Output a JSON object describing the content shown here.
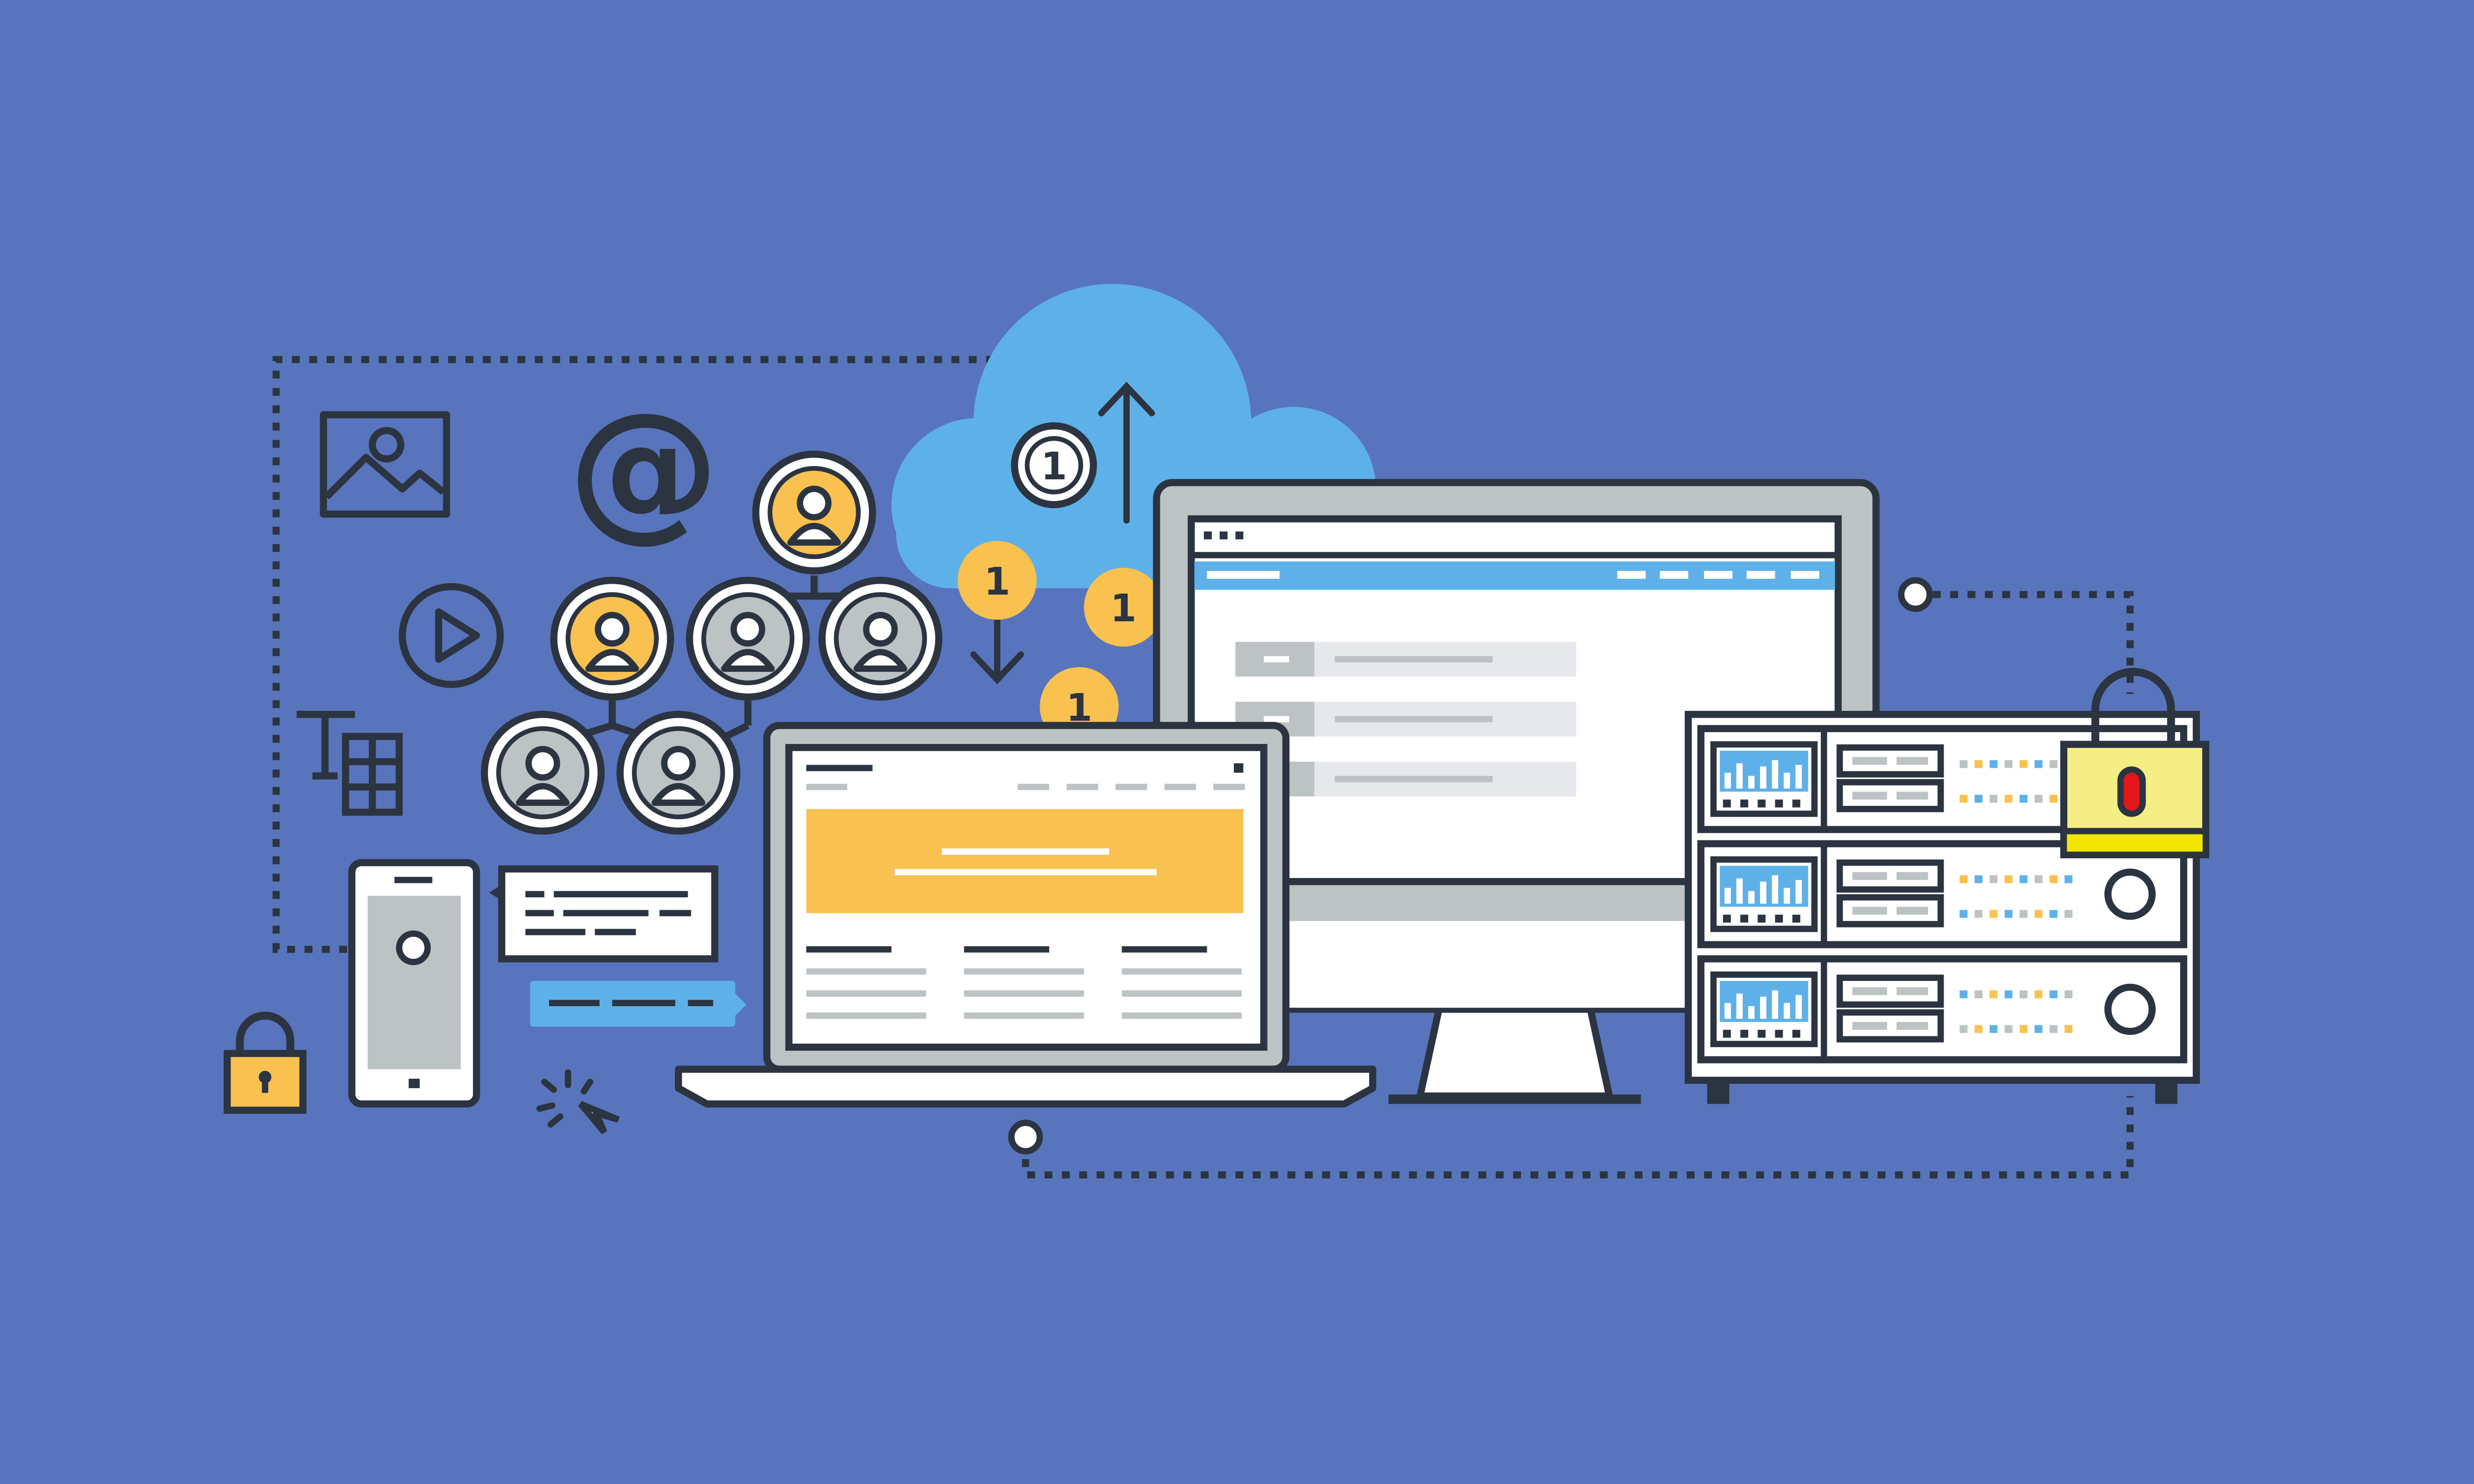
{
  "colors": {
    "background": "#5874bc",
    "outline": "#2b3440",
    "cloud": "#5eb1e8",
    "accent_yellow": "#f8c150",
    "accent_blue": "#5eb1e8",
    "device_gray": "#bdc2c5",
    "panel_light": "#e6e8eb",
    "white": "#ffffff",
    "padlock_body": "#f4ee85",
    "padlock_band": "#f2e600",
    "padlock_keyhole": "#e3161c"
  },
  "icons": {
    "image": "image-icon",
    "at_sign": "at-sign-icon",
    "play": "play-icon",
    "text_table": "text-table-icon",
    "padlock": "padlock-icon",
    "cursor_click": "cursor-click-icon",
    "cloud": "cloud-icon",
    "arrow_up": "arrow-up-icon",
    "arrow_down": "arrow-down-icon",
    "user": "user-icon",
    "coin": "coin-icon"
  },
  "illustration": {
    "at_symbol": "@",
    "coin_value": "1",
    "user_count": 6,
    "server_units": 3
  }
}
